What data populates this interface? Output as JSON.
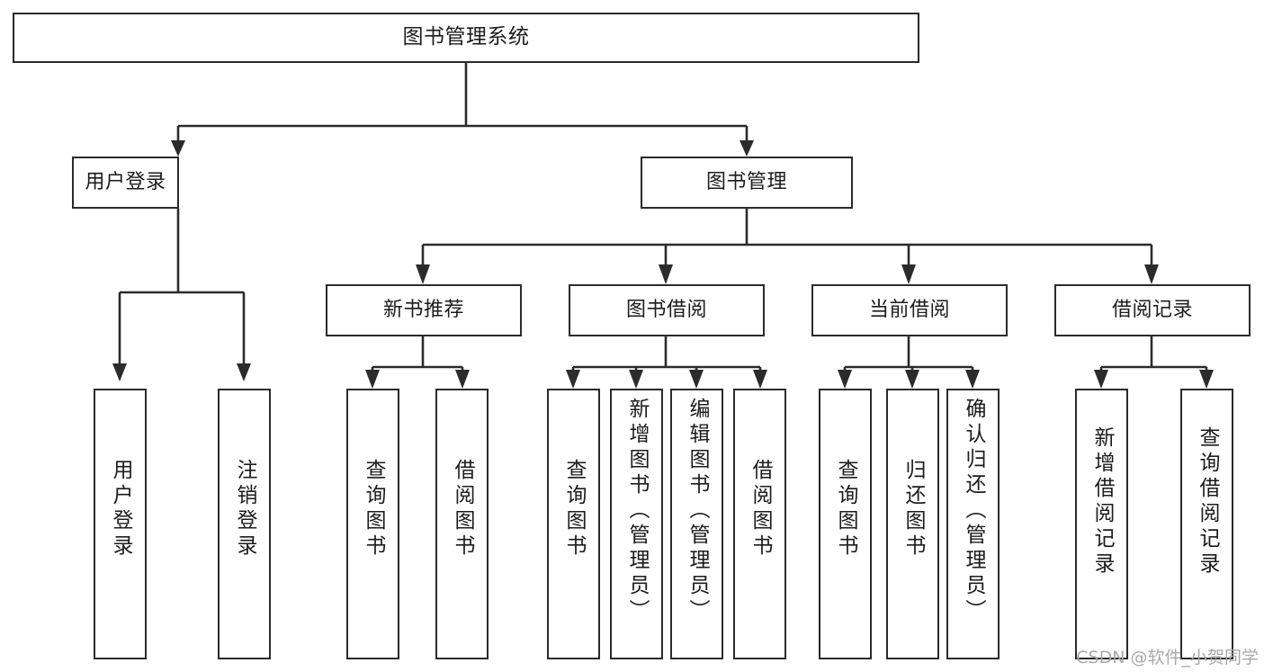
{
  "diagram": {
    "kind": "tree-hierarchy-chart",
    "title_text": "图书管理系统",
    "colors": {
      "stroke": "#2b2b2b",
      "box_fill": "#ffffff",
      "text": "#1c1c1c",
      "background": "#ffffff",
      "watermark": "#a8a8a8"
    },
    "levels": {
      "root": {
        "label": "图书管理系统"
      },
      "level2": [
        {
          "id": "user-login",
          "label": "用户登录"
        },
        {
          "id": "book-management",
          "label": "图书管理"
        }
      ],
      "level3": [
        {
          "id": "new-book-recommend",
          "label": "新书推荐",
          "parent": "book-management"
        },
        {
          "id": "book-borrow",
          "label": "图书借阅",
          "parent": "book-management"
        },
        {
          "id": "current-borrow",
          "label": "当前借阅",
          "parent": "book-management"
        },
        {
          "id": "borrow-record",
          "label": "借阅记录",
          "parent": "book-management"
        }
      ],
      "leaves": [
        {
          "id": "leaf-user-login",
          "label": "用户登录",
          "parent": "user-login"
        },
        {
          "id": "leaf-logout",
          "label": "注销登录",
          "parent": "user-login"
        },
        {
          "id": "leaf-query-book-1",
          "label": "查询图书",
          "parent": "new-book-recommend"
        },
        {
          "id": "leaf-borrow-book-1",
          "label": "借阅图书",
          "parent": "new-book-recommend"
        },
        {
          "id": "leaf-query-book-2",
          "label": "查询图书",
          "parent": "book-borrow"
        },
        {
          "id": "leaf-add-book",
          "label": "新增图书（管理员）",
          "parent": "book-borrow"
        },
        {
          "id": "leaf-edit-book",
          "label": "编辑图书（管理员）",
          "parent": "book-borrow"
        },
        {
          "id": "leaf-borrow-book-2",
          "label": "借阅图书",
          "parent": "book-borrow"
        },
        {
          "id": "leaf-query-book-3",
          "label": "查询图书",
          "parent": "current-borrow"
        },
        {
          "id": "leaf-return-book",
          "label": "归还图书",
          "parent": "current-borrow"
        },
        {
          "id": "leaf-confirm-return",
          "label": "确认归还（管理员）",
          "parent": "current-borrow"
        },
        {
          "id": "leaf-add-record",
          "label": "新增借阅记录",
          "parent": "borrow-record"
        },
        {
          "id": "leaf-query-record",
          "label": "查询借阅记录",
          "parent": "borrow-record"
        }
      ]
    }
  },
  "watermark": {
    "text": "CSDN @软件_小贺同学"
  }
}
